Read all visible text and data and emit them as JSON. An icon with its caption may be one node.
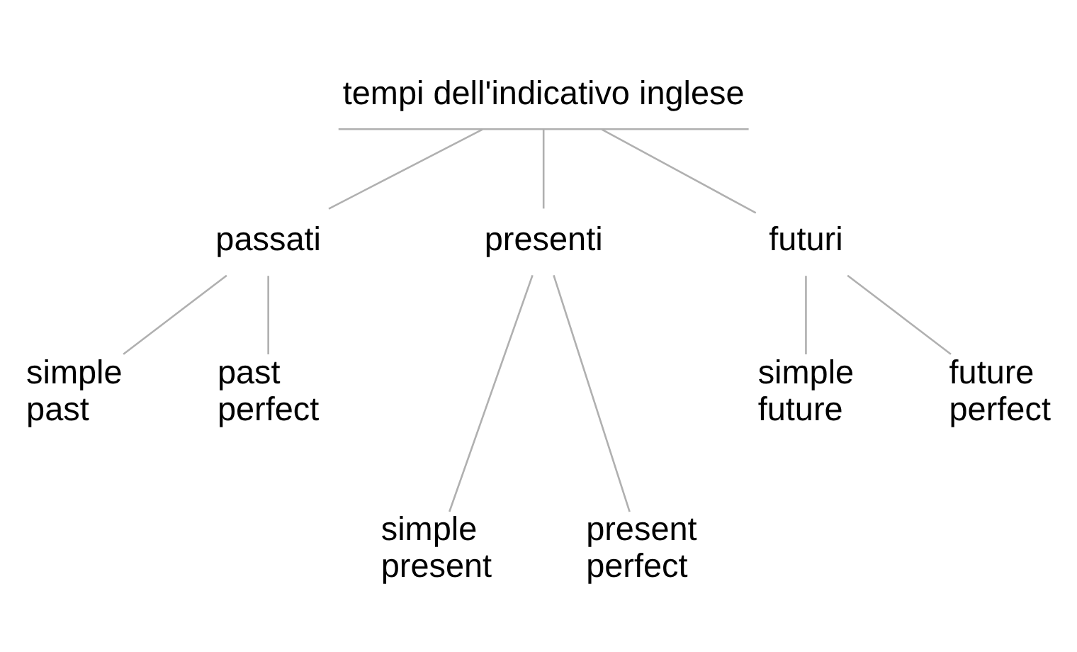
{
  "diagram": {
    "nodes": [
      {
        "text": [
          "tempi dell'indicativo inglese"
        ]
      },
      {
        "text": [
          "passati"
        ]
      },
      {
        "text": [
          "presenti"
        ]
      },
      {
        "text": [
          "futuri"
        ]
      },
      {
        "text": [
          "simple past"
        ]
      },
      {
        "text": [
          "past perfect"
        ]
      },
      {
        "text": [
          "simple future"
        ]
      },
      {
        "text": [
          "future perfect"
        ]
      },
      {
        "text": [
          "simple present"
        ]
      },
      {
        "text": [
          "present perfect"
        ]
      }
    ],
    "edges": [
      {
        "from": 0,
        "to": 1,
        "arrow": "none"
      },
      {
        "from": 0,
        "to": 2,
        "arrow": "none"
      },
      {
        "from": 0,
        "to": 3,
        "arrow": "none"
      },
      {
        "from": 1,
        "to": 4,
        "arrow": "none"
      },
      {
        "from": 1,
        "to": 5,
        "arrow": "none"
      },
      {
        "from": 2,
        "to": 8,
        "arrow": "none"
      },
      {
        "from": 2,
        "to": 9,
        "arrow": "none"
      },
      {
        "from": 3,
        "to": 6,
        "arrow": "none"
      },
      {
        "from": 3,
        "to": 7,
        "arrow": "none"
      }
    ]
  }
}
